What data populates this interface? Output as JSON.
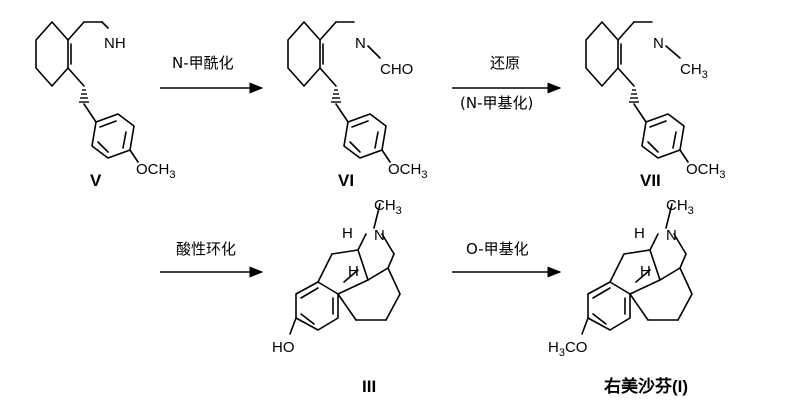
{
  "arrows": {
    "a1_label": "N-甲酰化",
    "a2_label_top": "还原",
    "a2_label_bottom": "(N-甲基化)",
    "a3_label": "酸性环化",
    "a4_label": "O-甲基化"
  },
  "compounds": {
    "V": "V",
    "VI": "VI",
    "VII": "VII",
    "III": "III",
    "I": "右美沙芬(I)"
  },
  "atoms": {
    "NH": "NH",
    "N": "N",
    "CHO": "CHO",
    "CH3": "CH",
    "sub3": "3",
    "OCH": "OCH",
    "H": "H",
    "HO": "HO",
    "H3C": "H",
    "CO": "CO",
    "O": "O"
  }
}
